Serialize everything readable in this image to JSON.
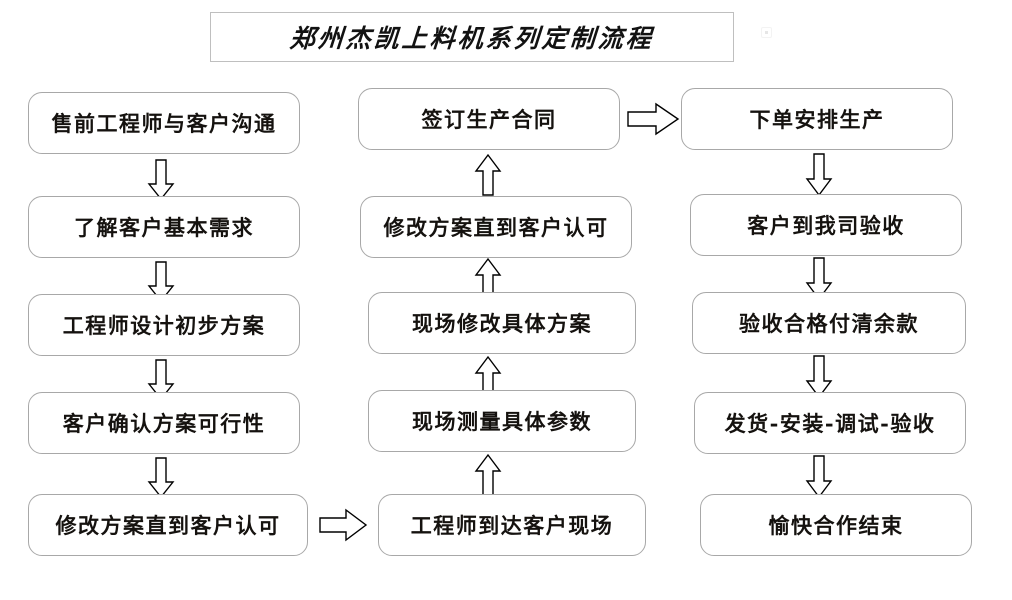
{
  "title": {
    "text": "郑州杰凯上料机系列定制流程"
  },
  "colors": {
    "box_border": "#a8a8a8",
    "title_border": "#bfbfbf",
    "text": "#15120f",
    "arrow_stroke": "#000000",
    "background": "#ffffff"
  },
  "columns": [
    {
      "name": "column-1",
      "direction": "down",
      "nodes": [
        {
          "id": "c1n1",
          "label": "售前工程师与客户沟通"
        },
        {
          "id": "c1n2",
          "label": "了解客户基本需求"
        },
        {
          "id": "c1n3",
          "label": "工程师设计初步方案"
        },
        {
          "id": "c1n4",
          "label": "客户确认方案可行性"
        },
        {
          "id": "c1n5",
          "label": "修改方案直到客户认可"
        }
      ]
    },
    {
      "name": "column-2",
      "direction": "up",
      "nodes": [
        {
          "id": "c2n1",
          "label": "签订生产合同"
        },
        {
          "id": "c2n2",
          "label": "修改方案直到客户认可"
        },
        {
          "id": "c2n3",
          "label": "现场修改具体方案"
        },
        {
          "id": "c2n4",
          "label": "现场测量具体参数"
        },
        {
          "id": "c2n5",
          "label": "工程师到达客户现场"
        }
      ]
    },
    {
      "name": "column-3",
      "direction": "down",
      "nodes": [
        {
          "id": "c3n1",
          "label": "下单安排生产"
        },
        {
          "id": "c3n2",
          "label": "客户到我司验收"
        },
        {
          "id": "c3n3",
          "label": "验收合格付清余款"
        },
        {
          "id": "c3n4",
          "label": "发货-安装-调试-验收"
        },
        {
          "id": "c3n5",
          "label": "愉快合作结束"
        }
      ]
    }
  ],
  "connectors": [
    {
      "id": "a1",
      "from": "c1n1",
      "to": "c1n2",
      "direction": "down"
    },
    {
      "id": "a2",
      "from": "c1n2",
      "to": "c1n3",
      "direction": "down"
    },
    {
      "id": "a3",
      "from": "c1n3",
      "to": "c1n4",
      "direction": "down"
    },
    {
      "id": "a4",
      "from": "c1n4",
      "to": "c1n5",
      "direction": "down"
    },
    {
      "id": "a5",
      "from": "c1n5",
      "to": "c2n5",
      "direction": "right"
    },
    {
      "id": "a6",
      "from": "c2n5",
      "to": "c2n4",
      "direction": "up"
    },
    {
      "id": "a7",
      "from": "c2n4",
      "to": "c2n3",
      "direction": "up"
    },
    {
      "id": "a8",
      "from": "c2n3",
      "to": "c2n2",
      "direction": "up"
    },
    {
      "id": "a9",
      "from": "c2n2",
      "to": "c2n1",
      "direction": "up"
    },
    {
      "id": "a10",
      "from": "c2n1",
      "to": "c3n1",
      "direction": "right"
    },
    {
      "id": "a11",
      "from": "c3n1",
      "to": "c3n2",
      "direction": "down"
    },
    {
      "id": "a12",
      "from": "c3n2",
      "to": "c3n3",
      "direction": "down"
    },
    {
      "id": "a13",
      "from": "c3n3",
      "to": "c3n4",
      "direction": "down"
    },
    {
      "id": "a14",
      "from": "c3n4",
      "to": "c3n5",
      "direction": "down"
    }
  ]
}
